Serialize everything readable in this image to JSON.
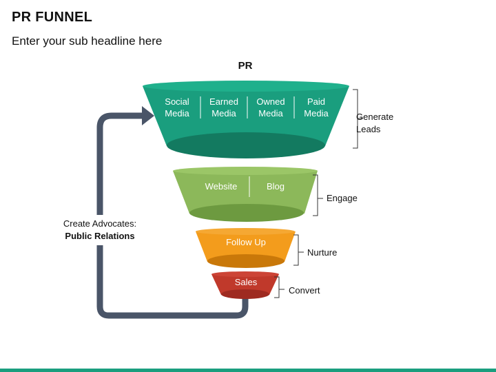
{
  "header": {
    "title": "PR FUNNEL",
    "subtitle": "Enter your sub headline here"
  },
  "diagram": {
    "funnel_label": "PR",
    "stages": [
      {
        "id": "generate-leads",
        "label_lines": [
          "Generate",
          "Leads"
        ],
        "color": "#1a9e7e",
        "dark": "#137a60",
        "items": [
          [
            "Social",
            "Media"
          ],
          [
            "Earned",
            "Media"
          ],
          [
            "Owned",
            "Media"
          ],
          [
            "Paid",
            "Media"
          ]
        ]
      },
      {
        "id": "engage",
        "label_lines": [
          "Engage"
        ],
        "color": "#8cb85a",
        "dark": "#6d9a40",
        "items": [
          [
            "Website"
          ],
          [
            "Blog"
          ]
        ]
      },
      {
        "id": "nurture",
        "label_lines": [
          "Nurture"
        ],
        "color": "#f39c1c",
        "dark": "#c97809",
        "items": [
          [
            "Follow Up"
          ]
        ]
      },
      {
        "id": "convert",
        "label_lines": [
          "Convert"
        ],
        "color": "#c0392b",
        "dark": "#9e2a20",
        "items": [
          [
            "Sales"
          ]
        ]
      }
    ],
    "loop_label_line1": "Create Advocates:",
    "loop_label_line2": "Public Relations",
    "arrow_color": "#4a5568"
  }
}
